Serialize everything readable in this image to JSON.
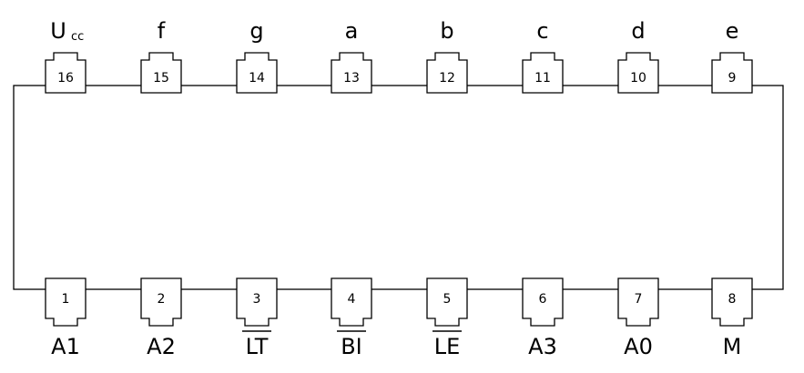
{
  "chip": {
    "top_pins": [
      {
        "number": "16",
        "label": "U",
        "label_sub": "cc",
        "overline": false
      },
      {
        "number": "15",
        "label": "f",
        "label_sub": "",
        "overline": false
      },
      {
        "number": "14",
        "label": "g",
        "label_sub": "",
        "overline": false
      },
      {
        "number": "13",
        "label": "a",
        "label_sub": "",
        "overline": false
      },
      {
        "number": "12",
        "label": "b",
        "label_sub": "",
        "overline": false
      },
      {
        "number": "11",
        "label": "c",
        "label_sub": "",
        "overline": false
      },
      {
        "number": "10",
        "label": "d",
        "label_sub": "",
        "overline": false
      },
      {
        "number": "9",
        "label": "e",
        "label_sub": "",
        "overline": false
      }
    ],
    "bottom_pins": [
      {
        "number": "1",
        "label": "A1",
        "overline": false
      },
      {
        "number": "2",
        "label": "A2",
        "overline": false
      },
      {
        "number": "3",
        "label": "LT",
        "overline": true
      },
      {
        "number": "4",
        "label": "BI",
        "overline": true
      },
      {
        "number": "5",
        "label": "LE",
        "overline": true
      },
      {
        "number": "6",
        "label": "A3",
        "overline": false
      },
      {
        "number": "7",
        "label": "A0",
        "overline": false
      },
      {
        "number": "8",
        "label": "M",
        "overline": false
      }
    ]
  }
}
